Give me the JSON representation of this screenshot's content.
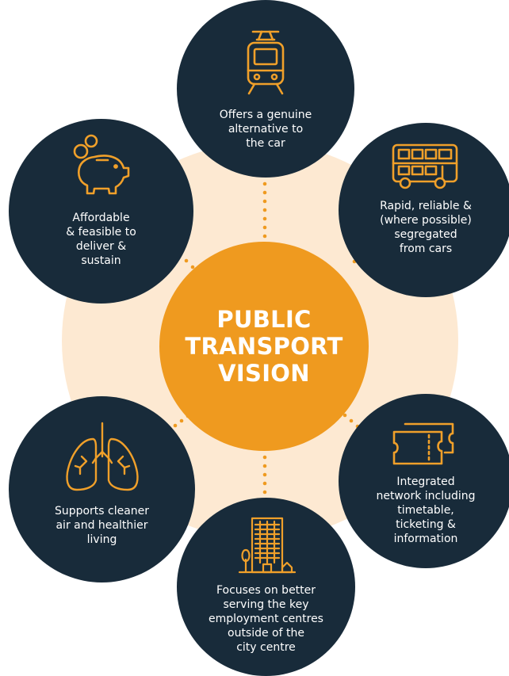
{
  "hub": {
    "title": "PUBLIC\nTRANSPORT\nVISION"
  },
  "nodes": [
    {
      "label": "Offers a genuine\nalternative to\nthe car",
      "icon": "tram-icon"
    },
    {
      "label": "Affordable\n& feasible to\ndeliver &\nsustain",
      "icon": "piggy-bank-coins-icon"
    },
    {
      "label": "Rapid, reliable &\n(where possible)\nsegregated\nfrom cars",
      "icon": "double-decker-bus-icon"
    },
    {
      "label": "Supports cleaner\nair and healthier\nliving",
      "icon": "lungs-icon"
    },
    {
      "label": "Integrated\nnetwork including\ntimetable,\nticketing &\ninformation",
      "icon": "tickets-icon"
    },
    {
      "label": "Focuses on better\nserving the key\nemployment centres\noutside of the\ncity centre",
      "icon": "office-building-icon"
    }
  ],
  "colors": {
    "node_fill": "#182b3a",
    "hub_fill": "#ef9a1f",
    "halo_fill": "#fde9d2",
    "icon_stroke": "#f0a02a",
    "connector_dots": "#ef9a1f",
    "text": "#ffffff"
  }
}
